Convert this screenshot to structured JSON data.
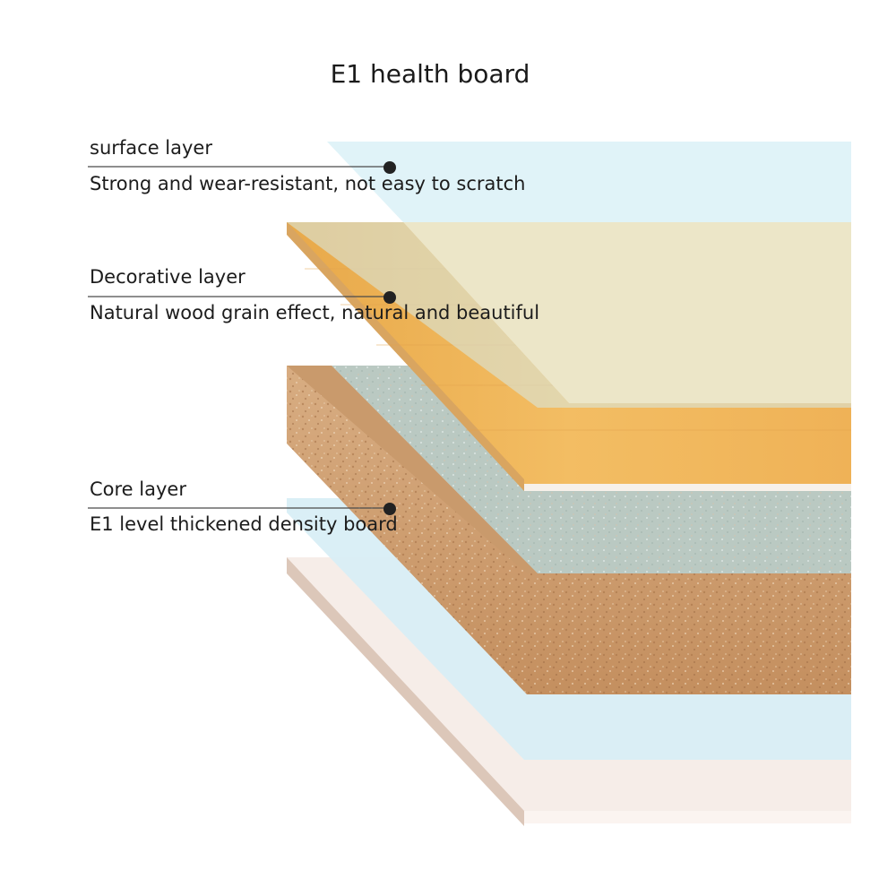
{
  "title": "E1 health board",
  "layers": [
    {
      "label": "surface layer",
      "description": "Strong and wear-resistant, not easy to scratch"
    },
    {
      "label": "Decorative layer",
      "description": "Natural wood grain effect, natural and beautiful"
    },
    {
      "label": "Core layer",
      "description": "E1 level thickened density board"
    }
  ],
  "colors": {
    "surface": "#dff2f8",
    "wood": "#f0b85c",
    "wood_light": "#ece5c6",
    "core_top": "#b9c8c1",
    "core_side": "#d1a273",
    "backing_film": "#d3ecf3",
    "balance": "#f5ebe5",
    "balance_edge": "#dbc6b8"
  }
}
